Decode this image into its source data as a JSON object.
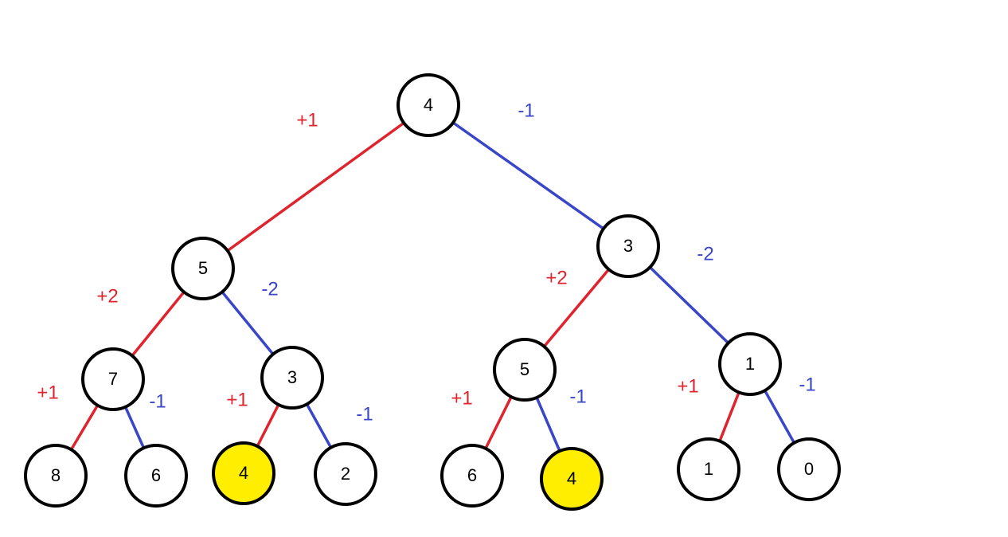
{
  "colors": {
    "plus_edge": "#e0242e",
    "minus_edge": "#3a46c8",
    "node_stroke": "#000000",
    "node_fill": "#ffffff",
    "highlight_fill": "#ffee00"
  },
  "nodes": [
    {
      "id": "n0",
      "label": "4",
      "highlight": false
    },
    {
      "id": "n1",
      "label": "5",
      "highlight": false
    },
    {
      "id": "n2",
      "label": "3",
      "highlight": false
    },
    {
      "id": "n3",
      "label": "7",
      "highlight": false
    },
    {
      "id": "n4",
      "label": "3",
      "highlight": false
    },
    {
      "id": "n5",
      "label": "5",
      "highlight": false
    },
    {
      "id": "n6",
      "label": "1",
      "highlight": false
    },
    {
      "id": "n7",
      "label": "8",
      "highlight": false
    },
    {
      "id": "n8",
      "label": "6",
      "highlight": false
    },
    {
      "id": "n9",
      "label": "4",
      "highlight": true
    },
    {
      "id": "n10",
      "label": "2",
      "highlight": false
    },
    {
      "id": "n11",
      "label": "6",
      "highlight": false
    },
    {
      "id": "n12",
      "label": "4",
      "highlight": true
    },
    {
      "id": "n13",
      "label": "1",
      "highlight": false
    },
    {
      "id": "n14",
      "label": "0",
      "highlight": false
    }
  ],
  "edges": [
    {
      "from": "n0",
      "to": "n1",
      "label": "+1",
      "sign": "plus"
    },
    {
      "from": "n0",
      "to": "n2",
      "label": "-1",
      "sign": "minus"
    },
    {
      "from": "n1",
      "to": "n3",
      "label": "+2",
      "sign": "plus"
    },
    {
      "from": "n1",
      "to": "n4",
      "label": "-2",
      "sign": "minus"
    },
    {
      "from": "n2",
      "to": "n5",
      "label": "+2",
      "sign": "plus"
    },
    {
      "from": "n2",
      "to": "n6",
      "label": "-2",
      "sign": "minus"
    },
    {
      "from": "n3",
      "to": "n7",
      "label": "+1",
      "sign": "plus"
    },
    {
      "from": "n3",
      "to": "n8",
      "label": "-1",
      "sign": "minus"
    },
    {
      "from": "n4",
      "to": "n9",
      "label": "+1",
      "sign": "plus"
    },
    {
      "from": "n4",
      "to": "n10",
      "label": "-1",
      "sign": "minus"
    },
    {
      "from": "n5",
      "to": "n11",
      "label": "+1",
      "sign": "plus"
    },
    {
      "from": "n5",
      "to": "n12",
      "label": "-1",
      "sign": "minus"
    },
    {
      "from": "n6",
      "to": "n13",
      "label": "+1",
      "sign": "plus"
    },
    {
      "from": "n6",
      "to": "n14",
      "label": "-1",
      "sign": "minus"
    }
  ]
}
